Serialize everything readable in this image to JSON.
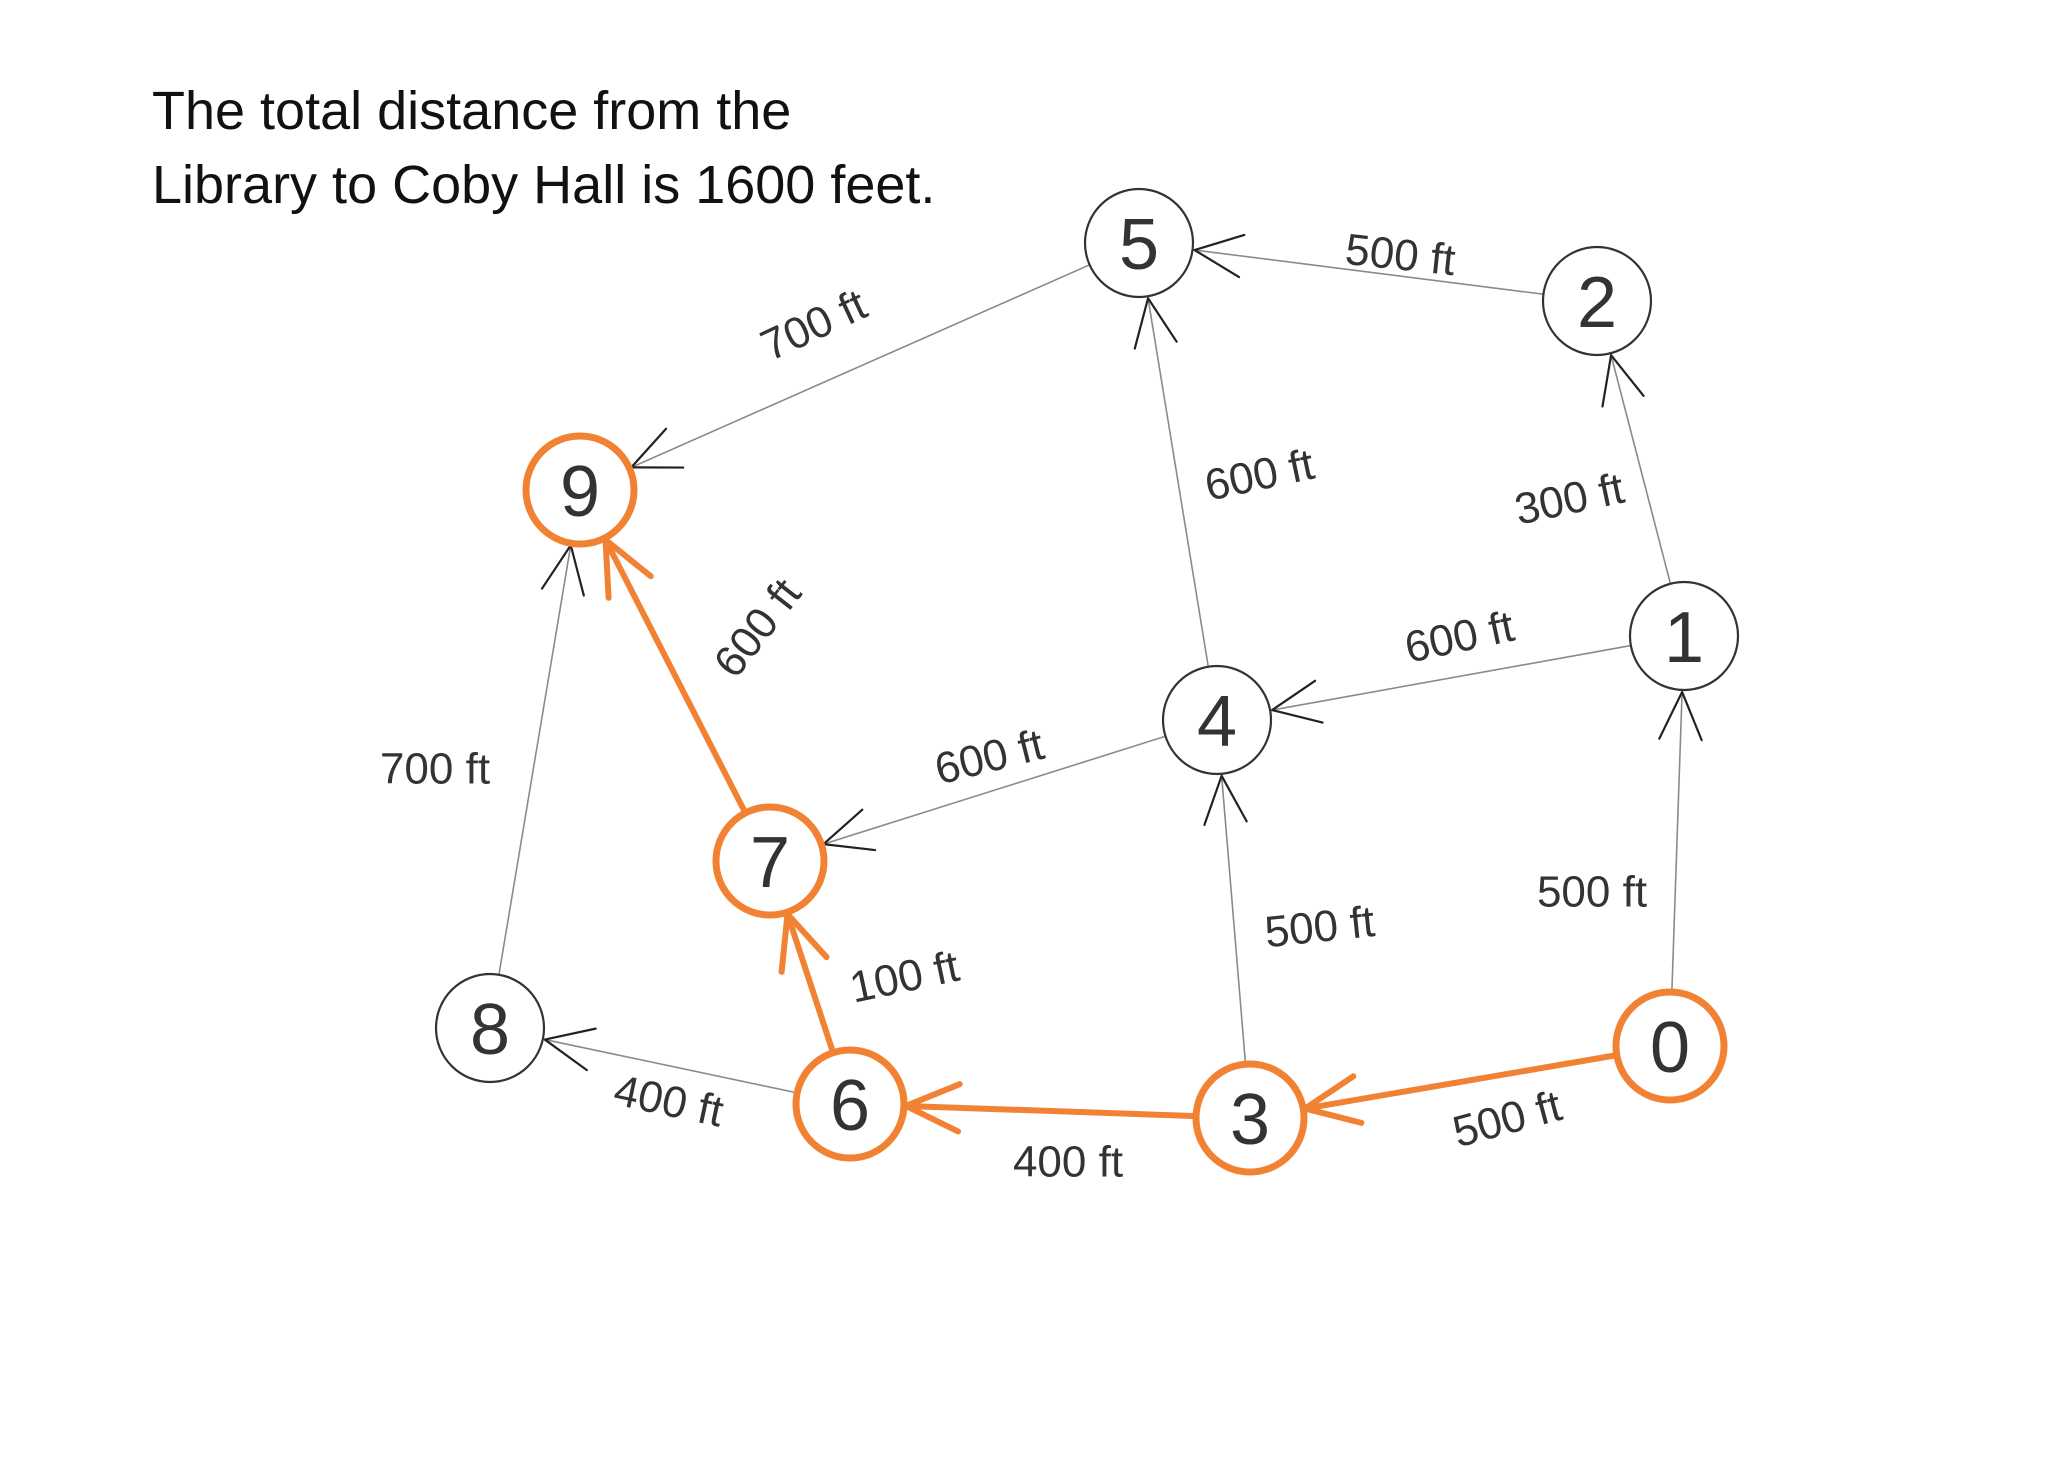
{
  "caption": {
    "line1": "The total distance from the",
    "line2": "Library to Coby Hall is 1600 feet."
  },
  "colors": {
    "highlight": "#F28233",
    "edge": "#8a8a8a",
    "arrow": "#222222",
    "text": "#333333"
  },
  "nodes": [
    {
      "id": "0",
      "label": "0",
      "highlighted": true
    },
    {
      "id": "1",
      "label": "1",
      "highlighted": false
    },
    {
      "id": "2",
      "label": "2",
      "highlighted": false
    },
    {
      "id": "3",
      "label": "3",
      "highlighted": true
    },
    {
      "id": "4",
      "label": "4",
      "highlighted": false
    },
    {
      "id": "5",
      "label": "5",
      "highlighted": false
    },
    {
      "id": "6",
      "label": "6",
      "highlighted": true
    },
    {
      "id": "7",
      "label": "7",
      "highlighted": true
    },
    {
      "id": "8",
      "label": "8",
      "highlighted": false
    },
    {
      "id": "9",
      "label": "9",
      "highlighted": true
    }
  ],
  "edges": [
    {
      "from": "2",
      "to": "5",
      "label": "500 ft",
      "highlighted": false
    },
    {
      "from": "5",
      "to": "9",
      "label": "700 ft",
      "highlighted": false
    },
    {
      "from": "1",
      "to": "2",
      "label": "300 ft",
      "highlighted": false
    },
    {
      "from": "4",
      "to": "5",
      "label": "600 ft",
      "highlighted": false
    },
    {
      "from": "1",
      "to": "4",
      "label": "600 ft",
      "highlighted": false
    },
    {
      "from": "4",
      "to": "7",
      "label": "600 ft",
      "highlighted": false
    },
    {
      "from": "7",
      "to": "9",
      "label": "600 ft",
      "highlighted": true
    },
    {
      "from": "8",
      "to": "9",
      "label": "700 ft",
      "highlighted": false
    },
    {
      "from": "0",
      "to": "1",
      "label": "500 ft",
      "highlighted": false
    },
    {
      "from": "3",
      "to": "4",
      "label": "500 ft",
      "highlighted": false
    },
    {
      "from": "6",
      "to": "7",
      "label": "100 ft",
      "highlighted": true
    },
    {
      "from": "6",
      "to": "8",
      "label": "400 ft",
      "highlighted": false
    },
    {
      "from": "3",
      "to": "6",
      "label": "400 ft",
      "highlighted": true
    },
    {
      "from": "0",
      "to": "3",
      "label": "500 ft",
      "highlighted": true
    }
  ]
}
